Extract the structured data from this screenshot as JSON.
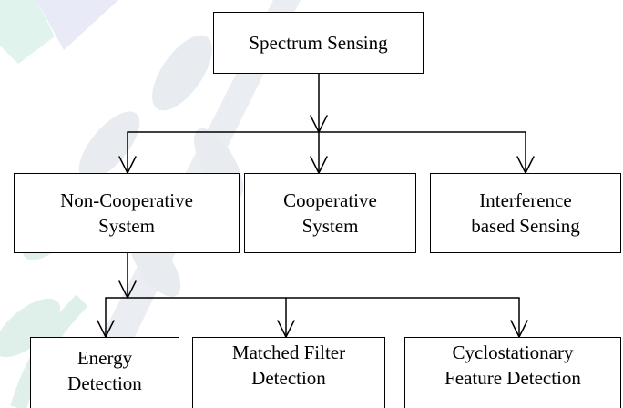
{
  "diagram": {
    "root": {
      "label": "Spectrum Sensing"
    },
    "level1": [
      {
        "id": "non-cooperative",
        "lines": [
          "Non-Cooperative",
          "System"
        ]
      },
      {
        "id": "cooperative",
        "lines": [
          "Cooperative",
          "System"
        ]
      },
      {
        "id": "interference",
        "lines": [
          "Interference",
          "based Sensing"
        ]
      }
    ],
    "level2": [
      {
        "id": "energy",
        "lines": [
          "Energy",
          "Detection"
        ]
      },
      {
        "id": "matched-filter",
        "lines": [
          "Matched Filter",
          "Detection"
        ]
      },
      {
        "id": "cyclostationary",
        "lines": [
          "Cyclostationary",
          "Feature Detection"
        ]
      }
    ]
  },
  "colors": {
    "line": "#000000",
    "watermark_green": "#d3eee5",
    "watermark_gray": "#e6ebf0",
    "watermark_blue": "#e2e5f6"
  }
}
